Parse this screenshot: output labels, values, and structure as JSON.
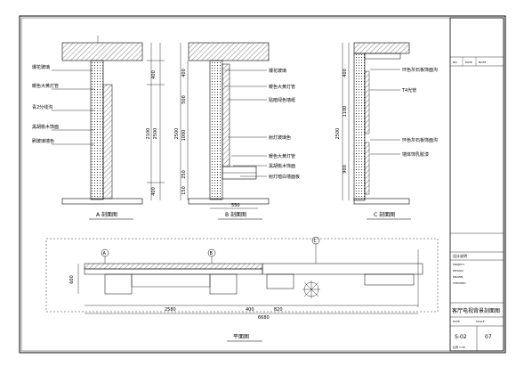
{
  "sections": {
    "a": {
      "title": "A 剖面图"
    },
    "b": {
      "title": "B 剖面图"
    },
    "c": {
      "title": "C 剖面图"
    },
    "plan": {
      "title": "平面图"
    }
  },
  "labels_a": [
    "爆花玻璃",
    "暖色大黄灯管",
    "青2分线沟",
    "黑胡桃木饰面",
    "刷玻璃墙色"
  ],
  "labels_b": [
    "爆花玻璃",
    "暖色大黄灯管",
    "贴暗绿色墙纸",
    "射灯玻璃色",
    "暖色大黄灯管",
    "黑胡桃木饰面",
    "射灯暗白墙面板"
  ],
  "labels_c": [
    "环色灰石板饰面沟",
    "T4光管",
    "环色灰石板饰面沟",
    "墙体饰乳胶漆"
  ],
  "dims": {
    "a": [
      "400",
      "2500",
      "2100",
      "400"
    ],
    "b": [
      "400",
      "500",
      "1000",
      "250",
      "150",
      "550",
      "2500"
    ],
    "c": [
      "400",
      "1100",
      "900",
      "2500"
    ],
    "plan": [
      "2580",
      "400",
      "820",
      "6680",
      "600"
    ]
  },
  "plan_markers": [
    "A",
    "B",
    "C"
  ],
  "title_block": {
    "head": "设计说明",
    "project_rows": [
      "PROJECT",
      "DESIGN",
      "DRAWN",
      "CHECKED",
      "DATE",
      "SCALE"
    ],
    "drawing_name": "客厅电视背景剖面图",
    "sheet_no": "S-02",
    "page_no": "07",
    "footer": "比例 1:30"
  },
  "revision_table": {
    "cols": [
      "NO",
      "DATE",
      "NOTE"
    ]
  }
}
